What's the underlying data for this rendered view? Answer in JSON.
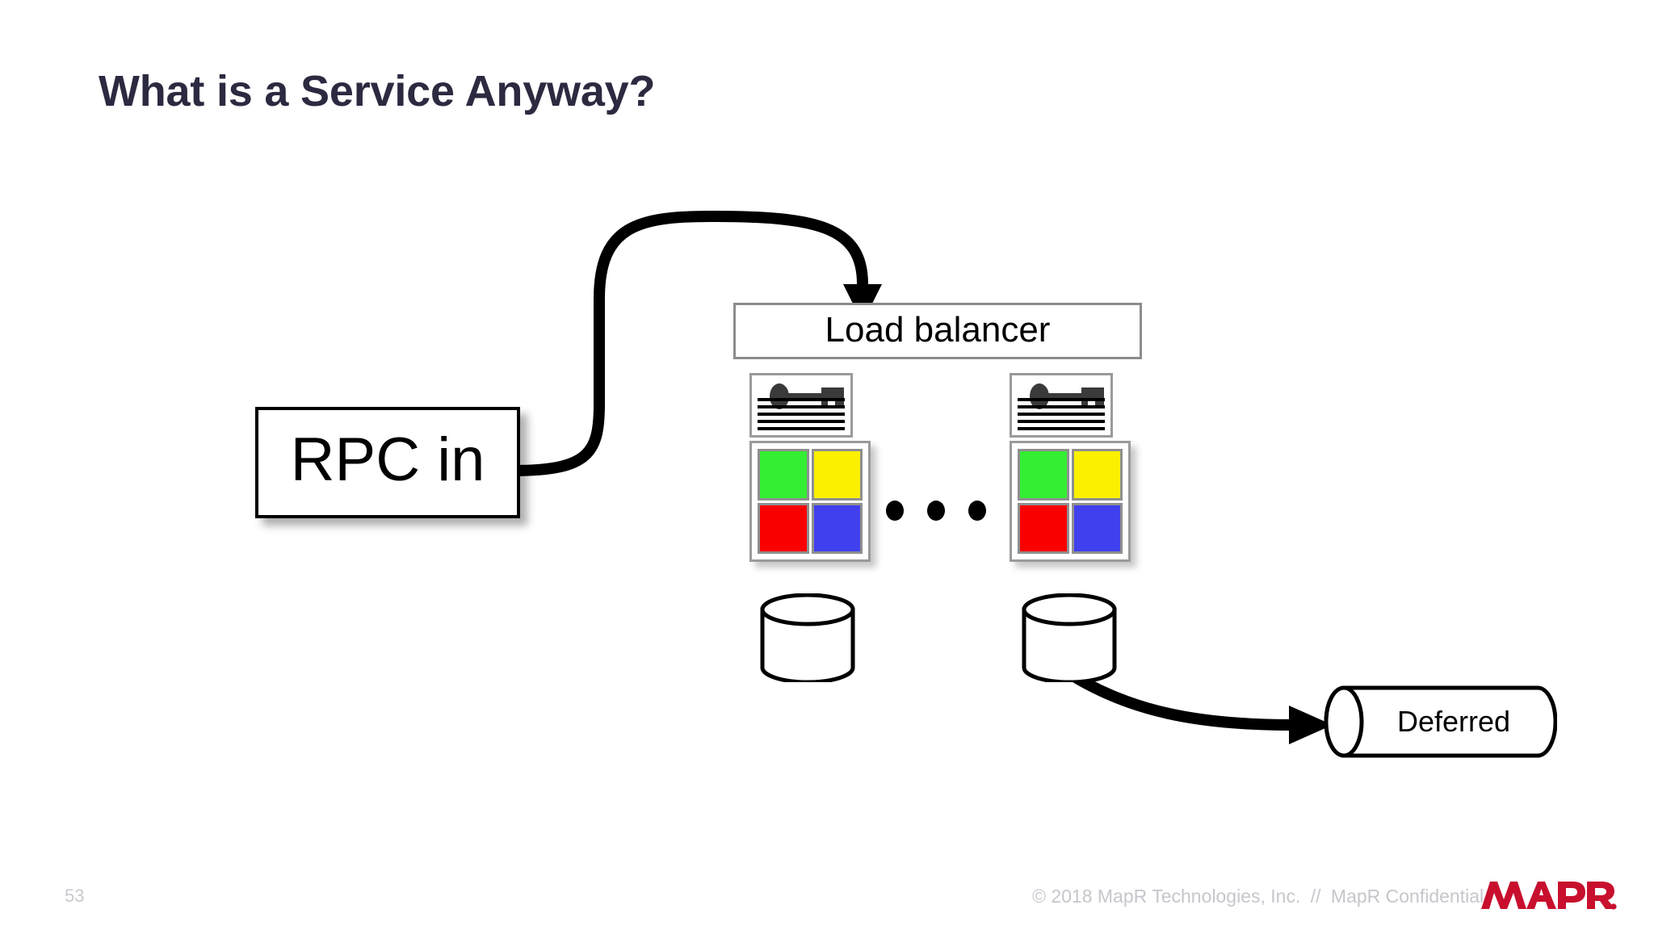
{
  "slide": {
    "title": "What is a Service Anyway?",
    "page_number": "53",
    "background_color": "#ffffff",
    "title_color": "#2C2A40"
  },
  "diagram": {
    "rpc_box": {
      "label": "RPC in"
    },
    "load_balancer": {
      "label": "Load balancer"
    },
    "deferred": {
      "label": "Deferred"
    },
    "ellipsis": {
      "label": "dots-between-nodes",
      "count": 3
    },
    "nodes": [
      {
        "name": "service-node-1",
        "doc_icon": "key-document-icon",
        "tiles": [
          {
            "name": "tile-green",
            "color": "#33ee33"
          },
          {
            "name": "tile-yellow",
            "color": "#fbf000"
          },
          {
            "name": "tile-red",
            "color": "#fb0000"
          },
          {
            "name": "tile-blue",
            "color": "#4040ee"
          }
        ],
        "database": "database-cylinder-1"
      },
      {
        "name": "service-node-2",
        "doc_icon": "key-document-icon",
        "tiles": [
          {
            "name": "tile-green",
            "color": "#33ee33"
          },
          {
            "name": "tile-yellow",
            "color": "#fbf000"
          },
          {
            "name": "tile-red",
            "color": "#fb0000"
          },
          {
            "name": "tile-blue",
            "color": "#4040ee"
          }
        ],
        "database": "database-cylinder-2"
      }
    ],
    "arrows": [
      {
        "name": "rpc-to-load-balancer-arrow",
        "from": "RPC in",
        "to": "Load balancer"
      },
      {
        "name": "database-to-deferred-arrow",
        "from": "database-cylinder-2",
        "to": "Deferred"
      }
    ]
  },
  "footer": {
    "copyright": "© 2018 MapR Technologies, Inc.",
    "separator": "//",
    "confidential": "MapR Confidential",
    "logo_text": "MAPR",
    "logo_color": "#C8102E"
  }
}
